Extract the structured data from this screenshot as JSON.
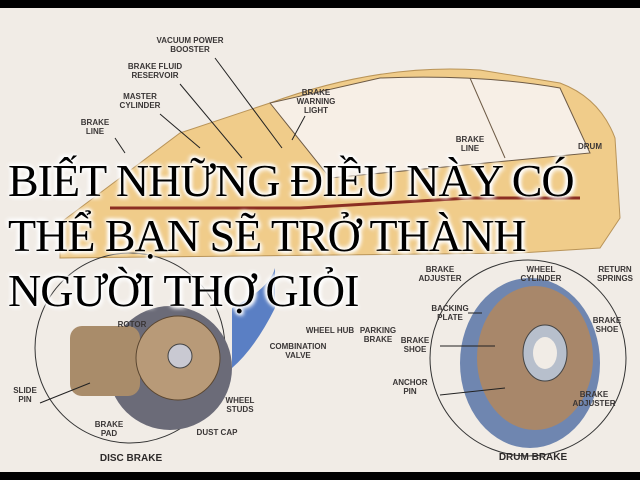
{
  "headline": {
    "lines": [
      "BIẾT NHỮNG ĐIỀU NÀY CÓ",
      "THỂ BẠN SẼ TRỞ THÀNH",
      "NGƯỜI THỢ GIỎI"
    ],
    "color": "#000000"
  },
  "diagram": {
    "car_labels": {
      "vacuum_power_booster": "VACUUM POWER\nBOOSTER",
      "brake_fluid_reservoir": "BRAKE FLUID\nRESERVOIR",
      "master_cylinder": "MASTER\nCYLINDER",
      "brake_line_left": "BRAKE\nLINE",
      "brake_warning_light": "BRAKE\nWARNING\nLIGHT",
      "brake_line_right": "BRAKE\nLINE",
      "drum": "DRUM",
      "parking_brake": "PARKING\nBRAKE",
      "brake_adjuster_top": "BRAKE\nADJUSTER",
      "wheel_hub": "WHEEL HUB",
      "combination_valve": "COMBINATION\nVALVE"
    },
    "disc_brake": {
      "title": "DISC BRAKE",
      "labels": {
        "rotor": "ROTOR",
        "slide_pin": "SLIDE\nPIN",
        "brake_pad": "BRAKE\nPAD",
        "wheel_studs": "WHEEL\nSTUDS",
        "dust_cap": "DUST CAP"
      }
    },
    "drum_brake": {
      "title": "DRUM BRAKE",
      "labels": {
        "wheel_cylinder": "WHEEL\nCYLINDER",
        "return_springs": "RETURN\nSPRINGS",
        "backing_plate": "BACKING\nPLATE",
        "brake_shoe_left": "BRAKE\nSHOE",
        "brake_shoe_right": "BRAKE\nSHOE",
        "anchor_pin": "ANCHOR\nPIN",
        "brake_adjuster": "BRAKE\nADJUSTER"
      }
    },
    "colors": {
      "car_body": "#f0c77a",
      "brake_line": "#8b2e22",
      "drum_blue": "#6f86b0",
      "valve_blue": "#5a7fc4",
      "background": "#f1ece6"
    }
  }
}
